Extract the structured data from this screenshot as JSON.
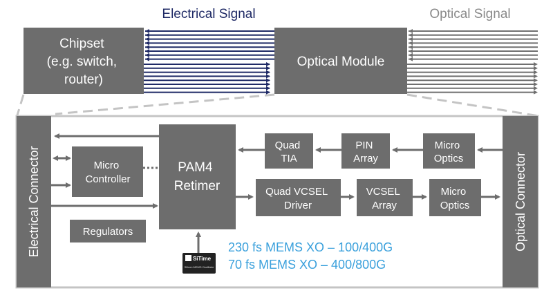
{
  "header": {
    "electrical_signal_label": "Electrical Signal",
    "optical_signal_label": "Optical Signal"
  },
  "blocks": {
    "chipset": [
      "Chipset",
      "(e.g. switch,",
      "router)"
    ],
    "optical_module": "Optical Module",
    "electrical_connector": "Electrical Connector",
    "optical_connector": "Optical Connector",
    "micro_controller": [
      "Micro",
      "Controller"
    ],
    "regulators": "Regulators",
    "pam4_retimer": [
      "PAM4",
      "Retimer"
    ],
    "quad_tia": [
      "Quad",
      "TIA"
    ],
    "pin_array": [
      "PIN",
      "Array"
    ],
    "micro_optics_rx": [
      "Micro",
      "Optics"
    ],
    "quad_vcsel_driver": [
      "Quad VCSEL",
      "Driver"
    ],
    "vcsel_array": [
      "VCSEL",
      "Array"
    ],
    "micro_optics_tx": [
      "Micro",
      "Optics"
    ]
  },
  "oscillator": {
    "logo_text": "SiTime",
    "subtitle": "Silicon MEMS Oscillator"
  },
  "notes": {
    "line1": "230 fs MEMS XO – 100/400G",
    "line2": "70 fs MEMS XO – 400/800G"
  },
  "colors": {
    "block_gray": "#6d6d6d",
    "electrical_navy": "#1f2a66",
    "optical_gray": "#6f6f6f",
    "note_blue": "#3aa0dc"
  }
}
